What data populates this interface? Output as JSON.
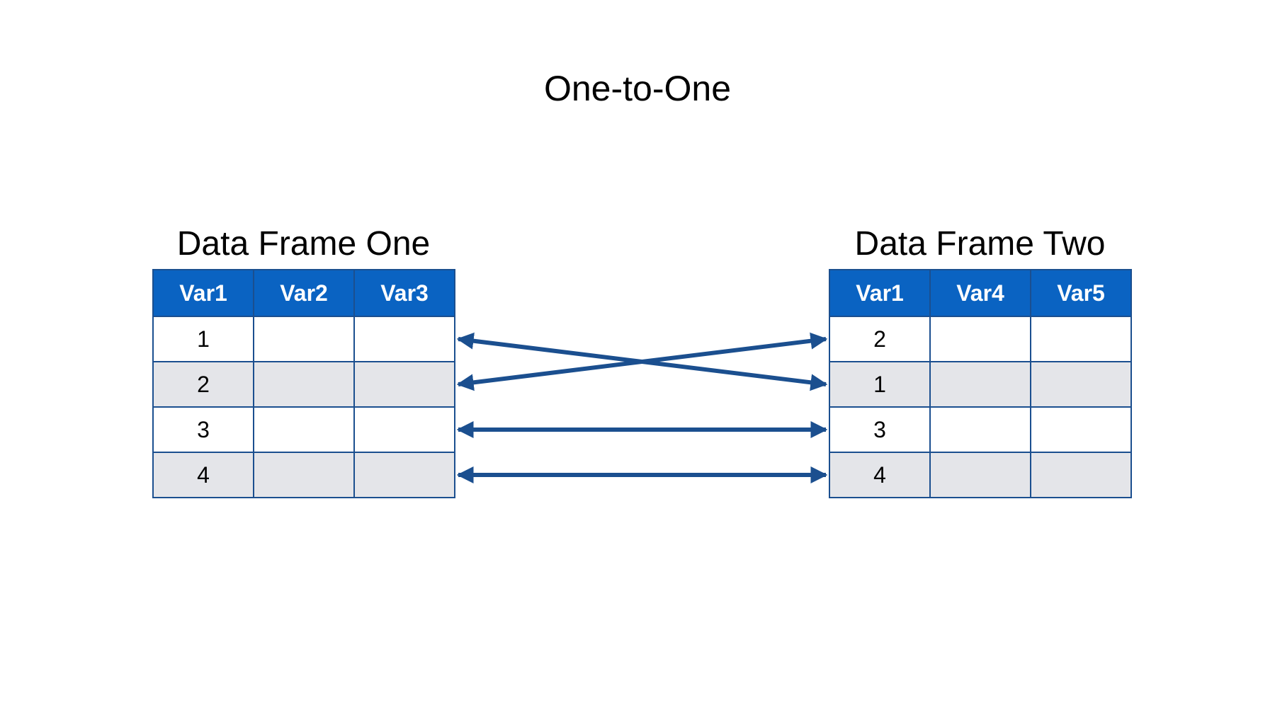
{
  "title": "One-to-One",
  "frames": [
    {
      "title": "Data Frame One",
      "headers": [
        "Var1",
        "Var2",
        "Var3"
      ],
      "rows": [
        [
          "1",
          "",
          ""
        ],
        [
          "2",
          "",
          ""
        ],
        [
          "3",
          "",
          ""
        ],
        [
          "4",
          "",
          ""
        ]
      ]
    },
    {
      "title": "Data Frame Two",
      "headers": [
        "Var1",
        "Var4",
        "Var5"
      ],
      "rows": [
        [
          "2",
          "",
          ""
        ],
        [
          "1",
          "",
          ""
        ],
        [
          "3",
          "",
          ""
        ],
        [
          "4",
          "",
          ""
        ]
      ]
    }
  ],
  "links": [
    {
      "from_row": 0,
      "to_row": 1
    },
    {
      "from_row": 1,
      "to_row": 0
    },
    {
      "from_row": 2,
      "to_row": 2
    },
    {
      "from_row": 3,
      "to_row": 3
    }
  ],
  "colors": {
    "header_fill": "#0a63c2",
    "border": "#1b4f8f",
    "alt_row": "#e4e5e9",
    "arrow": "#1b4f8f"
  }
}
